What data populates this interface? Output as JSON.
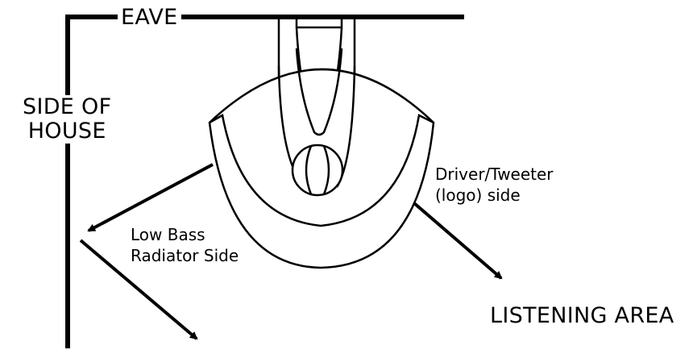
{
  "labels": {
    "eave": "EAVE",
    "side_of_house": [
      "SIDE OF",
      "HOUSE"
    ],
    "listening_area": "LISTENING AREA",
    "driver_side": [
      "Driver/Tweeter",
      "(logo) side"
    ],
    "bass_side": [
      "Low Bass",
      "Radiator Side"
    ]
  },
  "colors": {
    "line": "#000000",
    "background": "#ffffff"
  }
}
